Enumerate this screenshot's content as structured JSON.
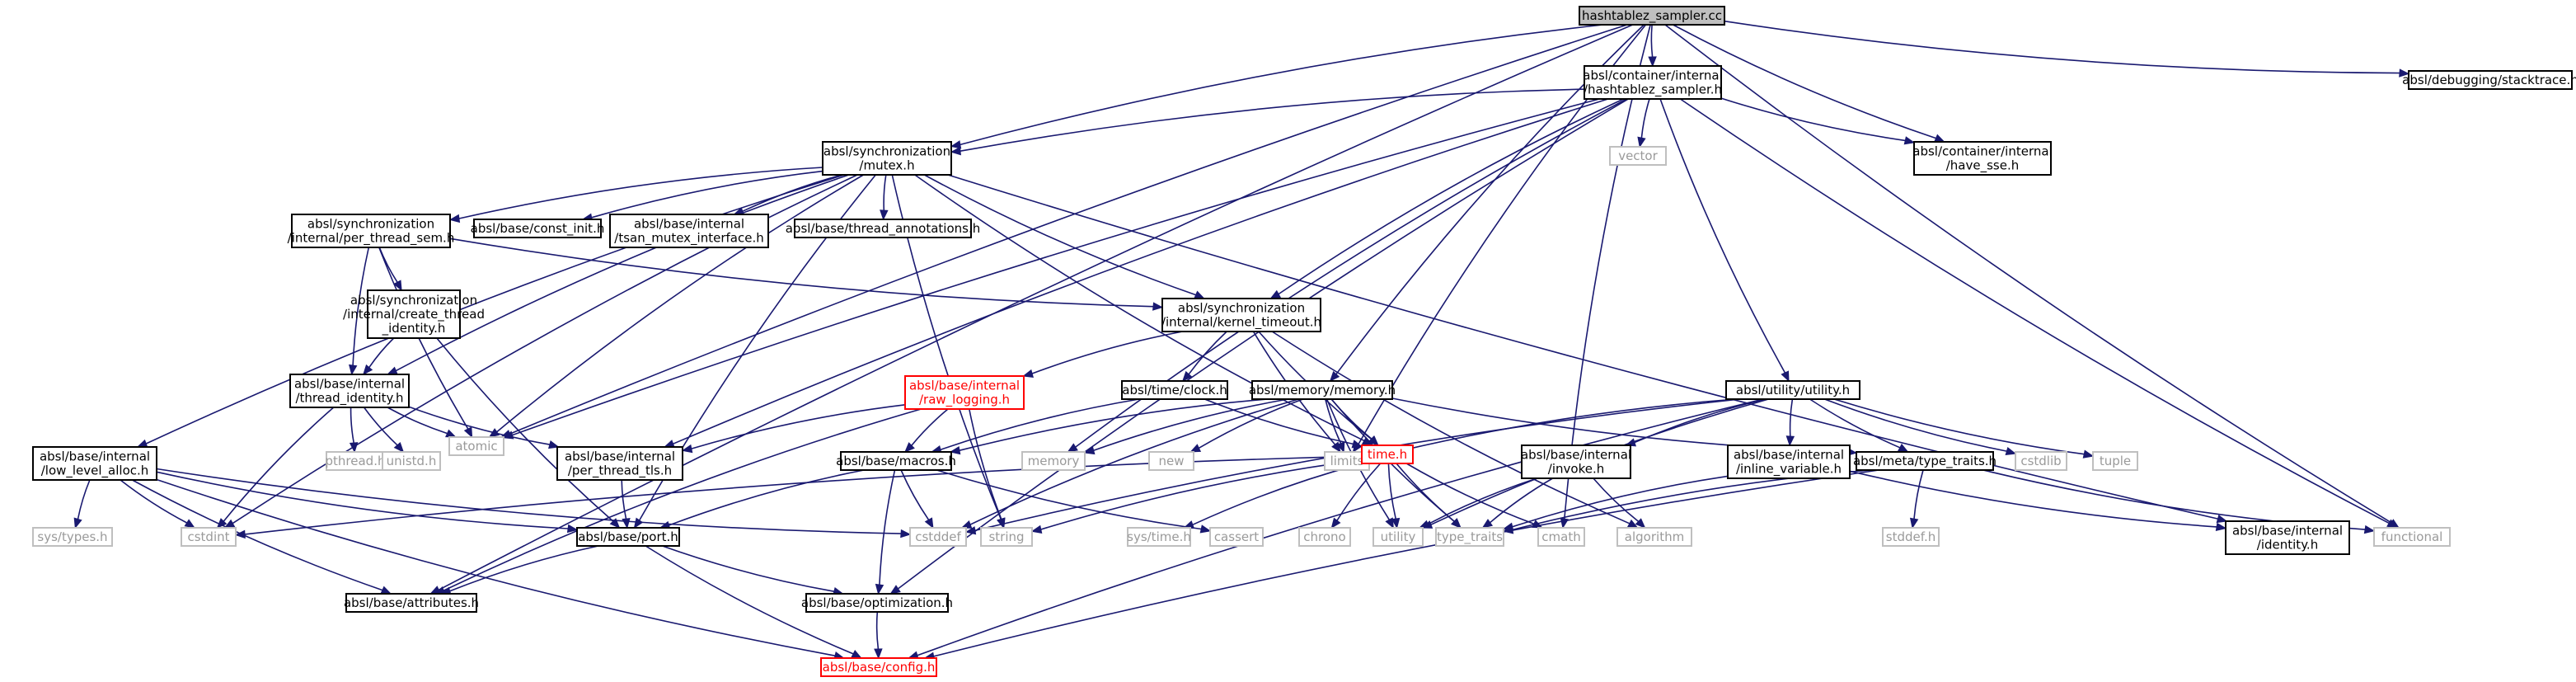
{
  "colors": {
    "edge": "#191970",
    "border": "#000000",
    "external_border": "#bfbfbf",
    "external_text": "#9a9a9a",
    "incomplete_border": "#ff0000",
    "root_fill": "#bfbfbf"
  },
  "nodes": [
    {
      "id": "root",
      "lines": [
        "hashtablez_sampler.cc"
      ],
      "style": "root"
    },
    {
      "id": "hs",
      "lines": [
        "absl/container/internal",
        "/hashtablez_sampler.h"
      ]
    },
    {
      "id": "stacktrace",
      "lines": [
        "absl/debugging/stacktrace.h"
      ]
    },
    {
      "id": "mutex",
      "lines": [
        "absl/synchronization",
        "/mutex.h"
      ]
    },
    {
      "id": "vector",
      "lines": [
        "vector"
      ],
      "style": "grey"
    },
    {
      "id": "have_sse",
      "lines": [
        "absl/container/internal",
        "/have_sse.h"
      ]
    },
    {
      "id": "pts",
      "lines": [
        "absl/synchronization",
        "/internal/per_thread_sem.h"
      ]
    },
    {
      "id": "const_init",
      "lines": [
        "absl/base/const_init.h"
      ]
    },
    {
      "id": "tsan",
      "lines": [
        "absl/base/internal",
        "/tsan_mutex_interface.h"
      ]
    },
    {
      "id": "thread_ann",
      "lines": [
        "absl/base/thread_annotations.h"
      ]
    },
    {
      "id": "cti",
      "lines": [
        "absl/synchronization",
        "/internal/create_thread",
        "_identity.h"
      ]
    },
    {
      "id": "kt",
      "lines": [
        "absl/synchronization",
        "/internal/kernel_timeout.h"
      ]
    },
    {
      "id": "ti",
      "lines": [
        "absl/base/internal",
        "/thread_identity.h"
      ]
    },
    {
      "id": "raw_logging",
      "lines": [
        "absl/base/internal",
        "/raw_logging.h"
      ],
      "style": "red"
    },
    {
      "id": "clock",
      "lines": [
        "absl/time/clock.h"
      ]
    },
    {
      "id": "memory",
      "lines": [
        "absl/memory/memory.h"
      ]
    },
    {
      "id": "utility_h",
      "lines": [
        "absl/utility/utility.h"
      ]
    },
    {
      "id": "lla",
      "lines": [
        "absl/base/internal",
        "/low_level_alloc.h"
      ]
    },
    {
      "id": "atomic",
      "lines": [
        "atomic"
      ],
      "style": "grey"
    },
    {
      "id": "ptls",
      "lines": [
        "absl/base/internal",
        "/per_thread_tls.h"
      ]
    },
    {
      "id": "pthread",
      "lines": [
        "pthread.h"
      ],
      "style": "grey"
    },
    {
      "id": "unistd",
      "lines": [
        "unistd.h"
      ],
      "style": "grey"
    },
    {
      "id": "macros",
      "lines": [
        "absl/base/macros.h"
      ]
    },
    {
      "id": "memory_std",
      "lines": [
        "memory"
      ],
      "style": "grey"
    },
    {
      "id": "new",
      "lines": [
        "new"
      ],
      "style": "grey"
    },
    {
      "id": "limits",
      "lines": [
        "limits"
      ],
      "style": "grey"
    },
    {
      "id": "time_h",
      "lines": [
        "time.h"
      ],
      "style": "red"
    },
    {
      "id": "invoke",
      "lines": [
        "absl/base/internal",
        "/invoke.h"
      ]
    },
    {
      "id": "inline_var",
      "lines": [
        "absl/base/internal",
        "/inline_variable.h"
      ]
    },
    {
      "id": "type_traits_h",
      "lines": [
        "absl/meta/type_traits.h"
      ]
    },
    {
      "id": "cstdlib",
      "lines": [
        "cstdlib"
      ],
      "style": "grey"
    },
    {
      "id": "tuple",
      "lines": [
        "tuple"
      ],
      "style": "grey"
    },
    {
      "id": "sys_types",
      "lines": [
        "sys/types.h"
      ],
      "style": "grey"
    },
    {
      "id": "cstdint",
      "lines": [
        "cstdint"
      ],
      "style": "grey"
    },
    {
      "id": "port",
      "lines": [
        "absl/base/port.h"
      ]
    },
    {
      "id": "cstddef",
      "lines": [
        "cstddef"
      ],
      "style": "grey"
    },
    {
      "id": "string",
      "lines": [
        "string"
      ],
      "style": "grey"
    },
    {
      "id": "cassert",
      "lines": [
        "cassert"
      ],
      "style": "grey"
    },
    {
      "id": "sys_time",
      "lines": [
        "sys/time.h"
      ],
      "style": "grey"
    },
    {
      "id": "chrono",
      "lines": [
        "chrono"
      ],
      "style": "grey"
    },
    {
      "id": "utility",
      "lines": [
        "utility"
      ],
      "style": "grey"
    },
    {
      "id": "type_traits",
      "lines": [
        "type_traits"
      ],
      "style": "grey"
    },
    {
      "id": "cmath",
      "lines": [
        "cmath"
      ],
      "style": "grey"
    },
    {
      "id": "algorithm",
      "lines": [
        "algorithm"
      ],
      "style": "grey"
    },
    {
      "id": "stddef",
      "lines": [
        "stddef.h"
      ],
      "style": "grey"
    },
    {
      "id": "identity",
      "lines": [
        "absl/base/internal",
        "/identity.h"
      ]
    },
    {
      "id": "functional",
      "lines": [
        "functional"
      ],
      "style": "grey"
    },
    {
      "id": "attributes",
      "lines": [
        "absl/base/attributes.h"
      ]
    },
    {
      "id": "optimization",
      "lines": [
        "absl/base/optimization.h"
      ]
    },
    {
      "id": "config",
      "lines": [
        "absl/base/config.h"
      ],
      "style": "red"
    }
  ],
  "edges": [
    [
      "root",
      "hs"
    ],
    [
      "root",
      "stacktrace"
    ],
    [
      "root",
      "mutex"
    ],
    [
      "root",
      "have_sse"
    ],
    [
      "root",
      "functional"
    ],
    [
      "root",
      "atomic"
    ],
    [
      "root",
      "memory"
    ],
    [
      "root",
      "limits"
    ],
    [
      "root",
      "attributes"
    ],
    [
      "root",
      "cmath"
    ],
    [
      "hs",
      "mutex"
    ],
    [
      "hs",
      "vector"
    ],
    [
      "hs",
      "have_sse"
    ],
    [
      "hs",
      "utility_h"
    ],
    [
      "hs",
      "memory_std"
    ],
    [
      "hs",
      "atomic"
    ],
    [
      "hs",
      "ptls"
    ],
    [
      "hs",
      "optimization"
    ],
    [
      "hs",
      "functional"
    ],
    [
      "hs",
      "kt"
    ],
    [
      "mutex",
      "pts"
    ],
    [
      "mutex",
      "const_init"
    ],
    [
      "mutex",
      "tsan"
    ],
    [
      "mutex",
      "thread_ann"
    ],
    [
      "mutex",
      "kt"
    ],
    [
      "mutex",
      "ti"
    ],
    [
      "mutex",
      "lla"
    ],
    [
      "mutex",
      "atomic"
    ],
    [
      "mutex",
      "cstdint"
    ],
    [
      "mutex",
      "port"
    ],
    [
      "mutex",
      "string"
    ],
    [
      "mutex",
      "time_h"
    ],
    [
      "mutex",
      "identity"
    ],
    [
      "pts",
      "cti"
    ],
    [
      "pts",
      "kt"
    ],
    [
      "pts",
      "ti"
    ],
    [
      "pts",
      "atomic"
    ],
    [
      "cti",
      "ti"
    ],
    [
      "cti",
      "port"
    ],
    [
      "kt",
      "raw_logging"
    ],
    [
      "kt",
      "clock"
    ],
    [
      "kt",
      "time_h"
    ],
    [
      "kt",
      "limits"
    ],
    [
      "kt",
      "algorithm"
    ],
    [
      "ti",
      "atomic"
    ],
    [
      "ti",
      "pthread"
    ],
    [
      "ti",
      "unistd"
    ],
    [
      "ti",
      "cstdint"
    ],
    [
      "ti",
      "ptls"
    ],
    [
      "raw_logging",
      "macros"
    ],
    [
      "raw_logging",
      "ptls"
    ],
    [
      "raw_logging",
      "attributes"
    ],
    [
      "raw_logging",
      "string"
    ],
    [
      "clock",
      "macros"
    ],
    [
      "clock",
      "time_h"
    ],
    [
      "memory",
      "macros"
    ],
    [
      "memory",
      "memory_std"
    ],
    [
      "memory",
      "new"
    ],
    [
      "memory",
      "limits"
    ],
    [
      "memory",
      "time_h"
    ],
    [
      "memory",
      "type_traits"
    ],
    [
      "memory",
      "utility"
    ],
    [
      "memory",
      "type_traits_h"
    ],
    [
      "memory",
      "cstddef"
    ],
    [
      "utility_h",
      "invoke"
    ],
    [
      "utility_h",
      "inline_var"
    ],
    [
      "utility_h",
      "type_traits_h"
    ],
    [
      "utility_h",
      "cstdlib"
    ],
    [
      "utility_h",
      "tuple"
    ],
    [
      "utility_h",
      "utility"
    ],
    [
      "utility_h",
      "config"
    ],
    [
      "utility_h",
      "cstddef"
    ],
    [
      "utility_h",
      "limits"
    ],
    [
      "lla",
      "sys_types"
    ],
    [
      "lla",
      "cstdint"
    ],
    [
      "lla",
      "port"
    ],
    [
      "lla",
      "attributes"
    ],
    [
      "lla",
      "config"
    ],
    [
      "lla",
      "cstddef"
    ],
    [
      "ptls",
      "port"
    ],
    [
      "macros",
      "port"
    ],
    [
      "macros",
      "cstddef"
    ],
    [
      "macros",
      "optimization"
    ],
    [
      "macros",
      "cassert"
    ],
    [
      "time_h",
      "cstdint"
    ],
    [
      "time_h",
      "sys_time"
    ],
    [
      "time_h",
      "chrono"
    ],
    [
      "time_h",
      "utility"
    ],
    [
      "time_h",
      "type_traits"
    ],
    [
      "time_h",
      "cmath"
    ],
    [
      "time_h",
      "string"
    ],
    [
      "invoke",
      "type_traits"
    ],
    [
      "invoke",
      "utility"
    ],
    [
      "invoke",
      "algorithm"
    ],
    [
      "inline_var",
      "type_traits"
    ],
    [
      "inline_var",
      "identity"
    ],
    [
      "type_traits_h",
      "stddef"
    ],
    [
      "type_traits_h",
      "type_traits"
    ],
    [
      "type_traits_h",
      "functional"
    ],
    [
      "type_traits_h",
      "config"
    ],
    [
      "port",
      "attributes"
    ],
    [
      "port",
      "optimization"
    ],
    [
      "port",
      "config"
    ],
    [
      "optimization",
      "config"
    ]
  ]
}
